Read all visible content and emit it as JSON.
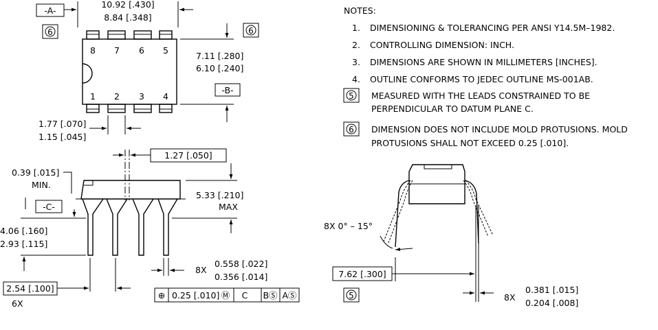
{
  "top_view": {
    "datum_a": "-A-",
    "datum_b": "-B-",
    "note_ref_left": "6",
    "note_ref_right": "6",
    "pins_top": [
      "8",
      "7",
      "6",
      "5"
    ],
    "pins_bottom": [
      "1",
      "2",
      "3",
      "4"
    ],
    "length_max": "10.92 [.430]",
    "length_min": "8.84 [.348]",
    "width_max": "7.11 [.280]",
    "width_min": "6.10 [.240]",
    "lead_width_max": "1.77 [.070]",
    "lead_width_min": "1.15 [.045]"
  },
  "side_view": {
    "standoff": "0.39 [.015]",
    "standoff_suffix": "MIN.",
    "datum_c": "-C-",
    "pitch_box": "1.27 [.050]",
    "height_max": "5.33 [.210]",
    "height_suffix": "MAX",
    "lead_len_max": "4.06 [.160]",
    "lead_len_min": "2.93 [.115]",
    "span_box": "2.54 [.100]",
    "span_count": "6X",
    "lead_count": "8X",
    "lead_dia_max": "0.558 [.022]",
    "lead_dia_min": "0.356 [.014]",
    "fcf": [
      "⊕",
      "0.25 [.010]",
      "Ⓜ",
      "C",
      "BⓈ",
      "AⓈ"
    ]
  },
  "end_view": {
    "angle_count": "8X 0° – 15°",
    "row_spacing_box": "7.62 [.300]",
    "note_ref": "5",
    "thick_count": "8X",
    "thick_max": "0.381 [.015]",
    "thick_min": "0.204 [.008]"
  },
  "notes": {
    "heading": "NOTES:",
    "items": [
      {
        "num": "1.",
        "line1": "DIMENSIONING & TOLERANCING PER ANSI Y14.5M–1982.",
        "line2": ""
      },
      {
        "num": "2.",
        "line1": "CONTROLLING DIMENSION: INCH.",
        "line2": ""
      },
      {
        "num": "3.",
        "line1": "DIMENSIONS ARE SHOWN IN MILLIMETERS [INCHES].",
        "line2": ""
      },
      {
        "num": "4.",
        "line1": "OUTLINE CONFORMS TO JEDEC OUTLINE MS-001AB.",
        "line2": ""
      },
      {
        "num": "5",
        "line1": "MEASURED WITH THE LEADS CONSTRAINED TO BE",
        "line2": "PERPENDICULAR TO DATUM PLANE C."
      },
      {
        "num": "6",
        "line1": "DIMENSION DOES NOT INCLUDE MOLD PROTUSIONS. MOLD",
        "line2": "PROTUSIONS SHALL NOT EXCEED 0.25 [.010]."
      }
    ]
  }
}
